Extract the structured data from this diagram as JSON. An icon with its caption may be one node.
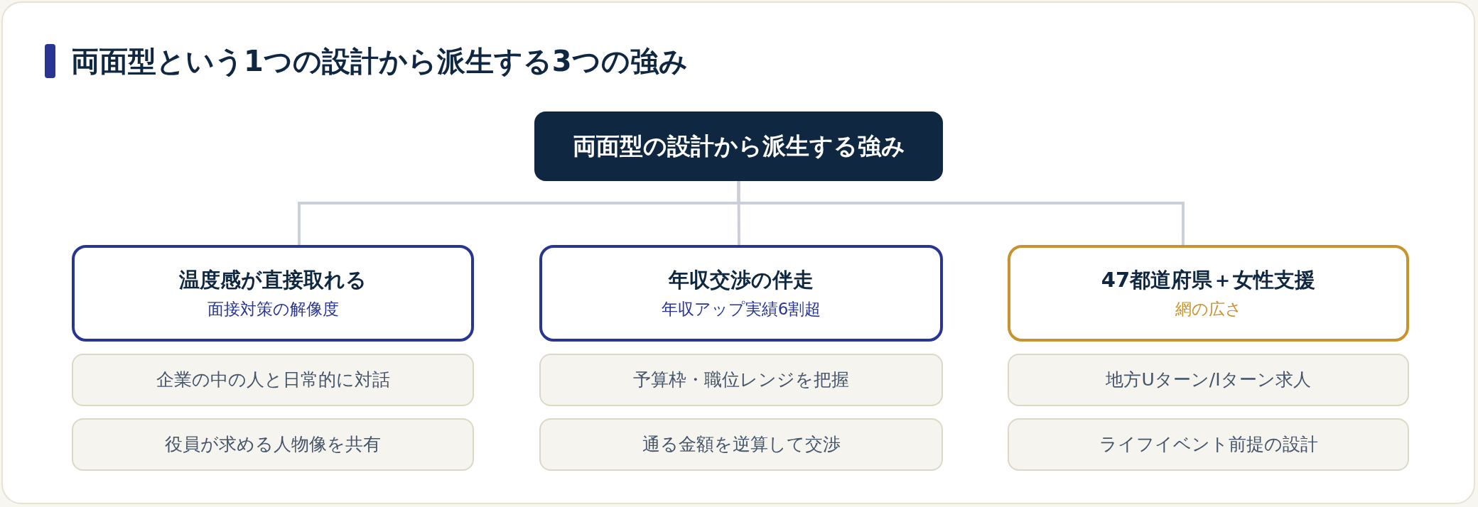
{
  "diagram": {
    "title": "両面型という1つの設計から派生する3つの強み",
    "nodes": [
      {
        "text": [
          "両面型の設計から派生する強み"
        ]
      },
      {
        "text": [
          "温度感が直接取れる",
          "面接対策の解像度"
        ]
      },
      {
        "text": [
          "企業の中の人と日常的に対話"
        ]
      },
      {
        "text": [
          "役員が求める人物像を共有"
        ]
      },
      {
        "text": [
          "年収交渉の伴走",
          "年収アップ実績6割超"
        ]
      },
      {
        "text": [
          "予算枠・職位レンジを把握"
        ]
      },
      {
        "text": [
          "通る金額を逆算して交渉"
        ]
      },
      {
        "text": [
          "47都道府県＋女性支援",
          "網の広さ"
        ]
      },
      {
        "text": [
          "地方Uターン/Iターン求人"
        ]
      },
      {
        "text": [
          "ライフイベント前提の設計"
        ]
      }
    ],
    "edges": [
      {
        "from": 0,
        "to": 1,
        "arrow": "none"
      },
      {
        "from": 0,
        "to": 4,
        "arrow": "none"
      },
      {
        "from": 0,
        "to": 7,
        "arrow": "none"
      }
    ]
  }
}
